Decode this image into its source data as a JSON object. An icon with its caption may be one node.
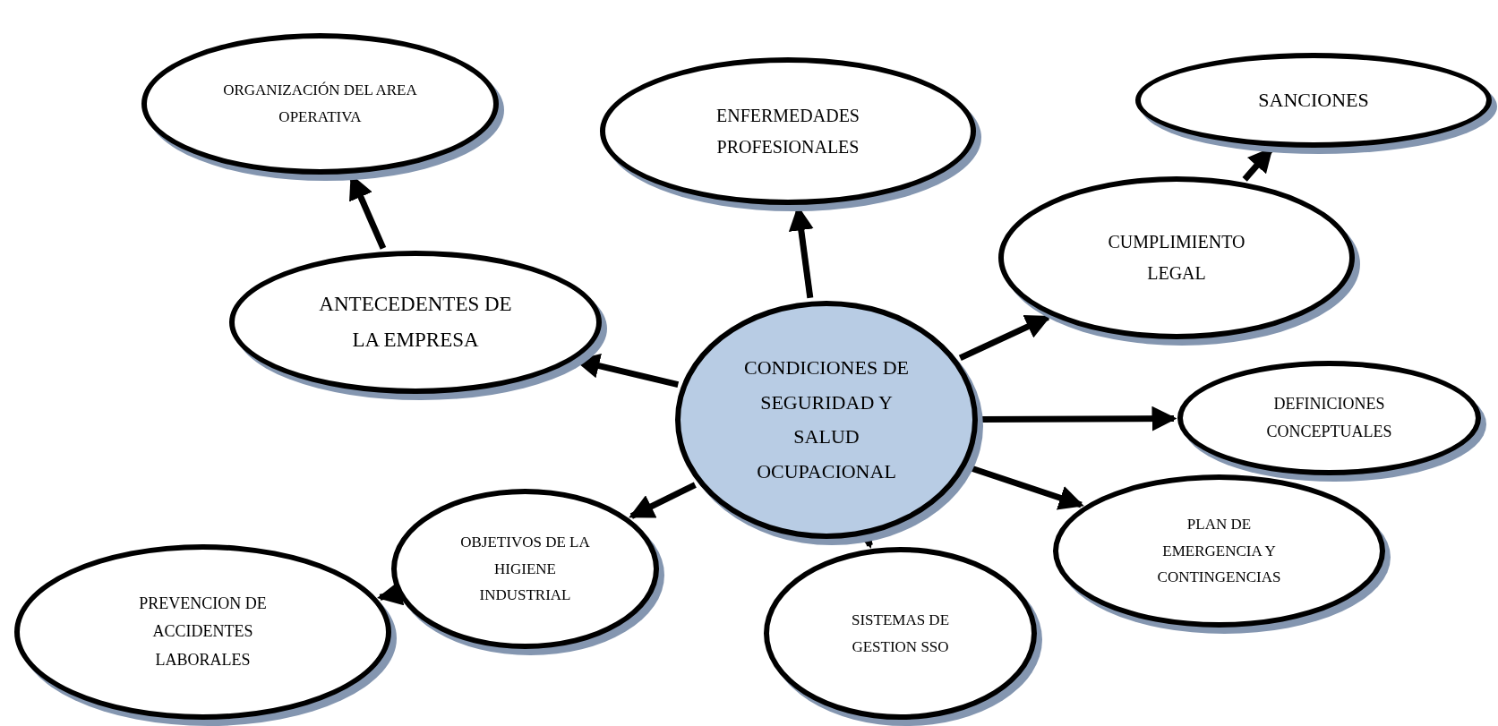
{
  "diagram": {
    "nodes": [
      {
        "text": [
          "CONDICIONES DE SEGURIDAD Y SALUD OCUPACIONAL"
        ]
      },
      {
        "text": [
          "ORGANIZACIÓN DEL AREA OPERATIVA"
        ]
      },
      {
        "text": [
          "ENFERMEDADES PROFESIONALES"
        ]
      },
      {
        "text": [
          "SANCIONES"
        ]
      },
      {
        "text": [
          "ANTECEDENTES DE LA EMPRESA"
        ]
      },
      {
        "text": [
          "CUMPLIMIENTO LEGAL"
        ]
      },
      {
        "text": [
          "DEFINICIONES CONCEPTUALES"
        ]
      },
      {
        "text": [
          "OBJETIVOS DE LA HIGIENE INDUSTRIAL"
        ]
      },
      {
        "text": [
          "PLAN DE EMERGENCIA Y CONTINGENCIAS"
        ]
      },
      {
        "text": [
          "PREVENCION DE ACCIDENTES LABORALES"
        ]
      },
      {
        "text": [
          "SISTEMAS DE GESTION SSO"
        ]
      }
    ],
    "edges": [
      {
        "from": 0,
        "to": 4,
        "arrow": "to"
      },
      {
        "from": 4,
        "to": 1,
        "arrow": "to"
      },
      {
        "from": 0,
        "to": 2,
        "arrow": "to"
      },
      {
        "from": 0,
        "to": 5,
        "arrow": "to"
      },
      {
        "from": 5,
        "to": 3,
        "arrow": "to"
      },
      {
        "from": 0,
        "to": 6,
        "arrow": "to"
      },
      {
        "from": 0,
        "to": 8,
        "arrow": "to"
      },
      {
        "from": 0,
        "to": 10,
        "arrow": "to"
      },
      {
        "from": 0,
        "to": 7,
        "arrow": "to"
      },
      {
        "from": 7,
        "to": 9,
        "arrow": "to"
      }
    ]
  }
}
